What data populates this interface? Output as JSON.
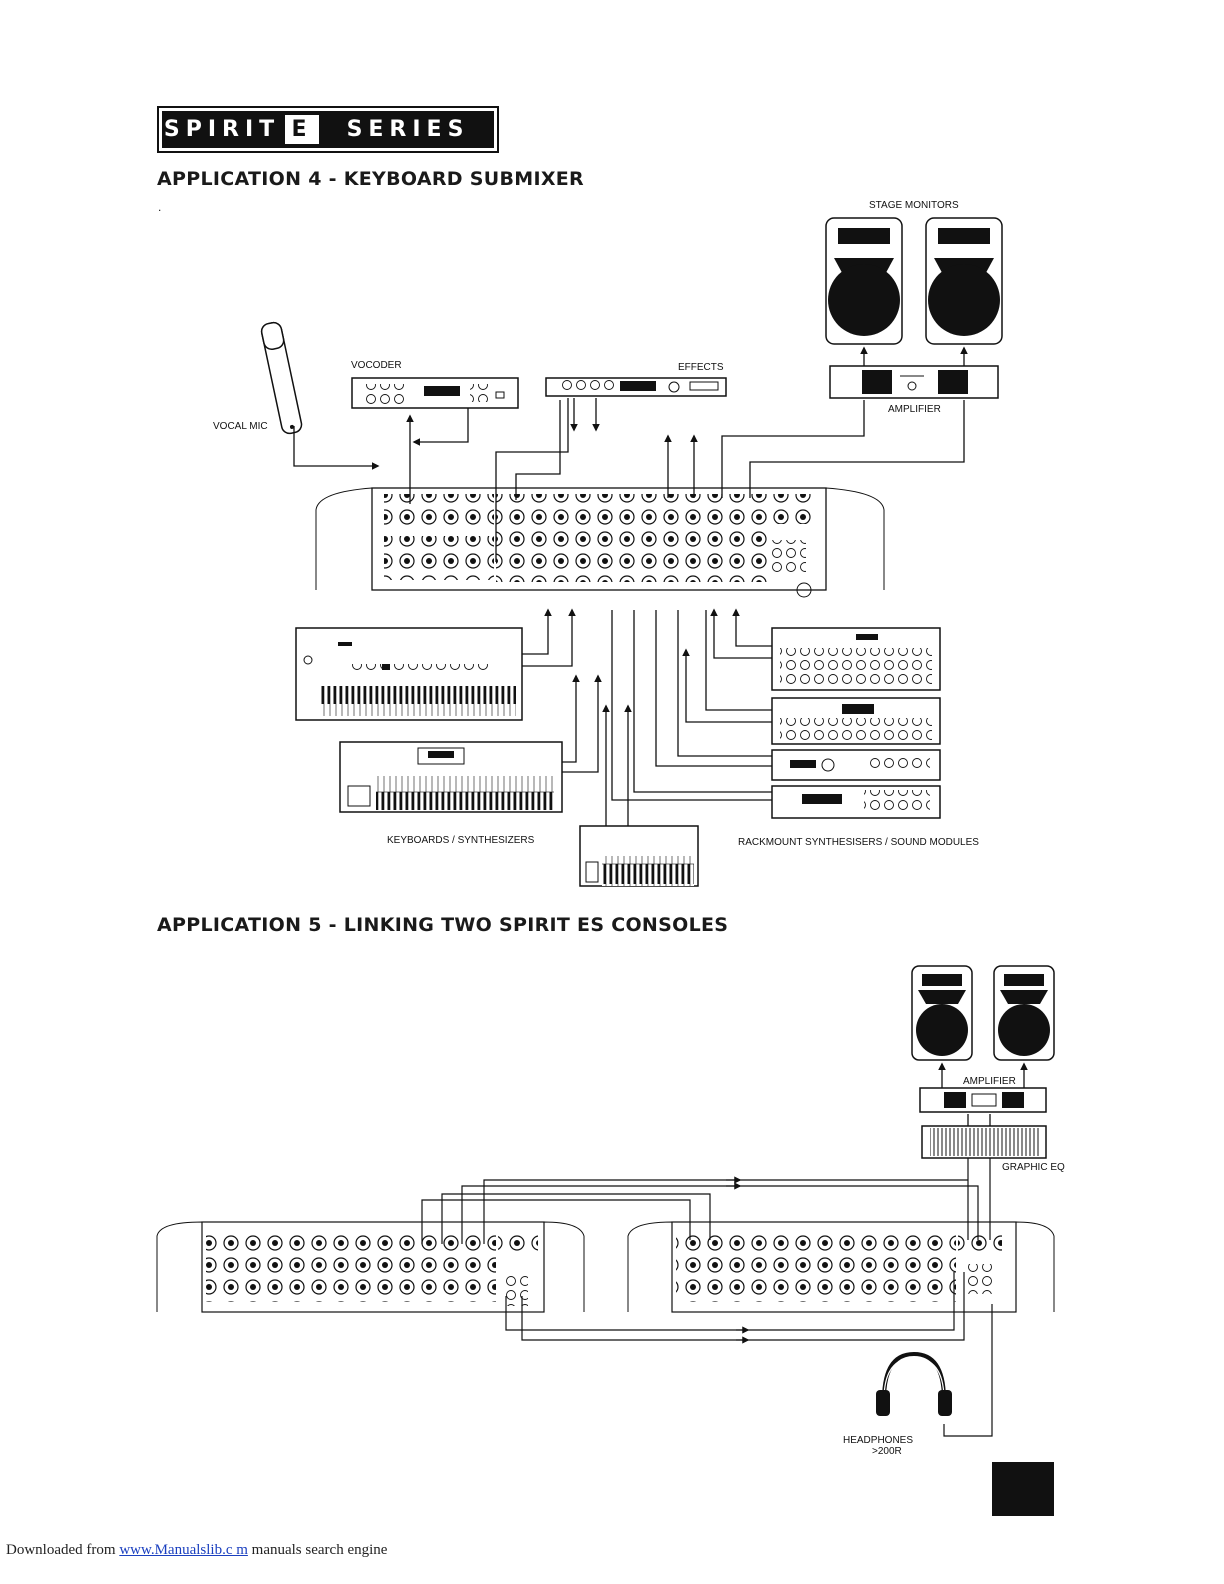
{
  "logo": {
    "word1": "SPIRIT",
    "word2": "E",
    "word3": "SERIES"
  },
  "app4": {
    "title": "APPLICATION 4 - KEYBOARD SUBMIXER",
    "dot": ".",
    "labels": {
      "stage_monitors": "STAGE MONITORS",
      "vocoder": "VOCODER",
      "effects": "EFFECTS",
      "vocal_mic": "VOCAL MIC",
      "amplifier": "AMPLIFIER",
      "keyboards": "KEYBOARDS / SYNTHESIZERS",
      "rackmount": "RACKMOUNT SYNTHESISERS / SOUND MODULES"
    }
  },
  "app5": {
    "title": "APPLICATION 5  -  LINKING TWO SPIRIT ES CONSOLES",
    "labels": {
      "amplifier": "AMPLIFIER",
      "graphic_eq": "GRAPHIC EQ",
      "headphones": "HEADPHONES",
      "impedance": ">200R"
    }
  },
  "footer": {
    "prefix": "Downloaded from ",
    "link": "www.Manualslib.c  m",
    "suffix": "  manuals search engine"
  }
}
